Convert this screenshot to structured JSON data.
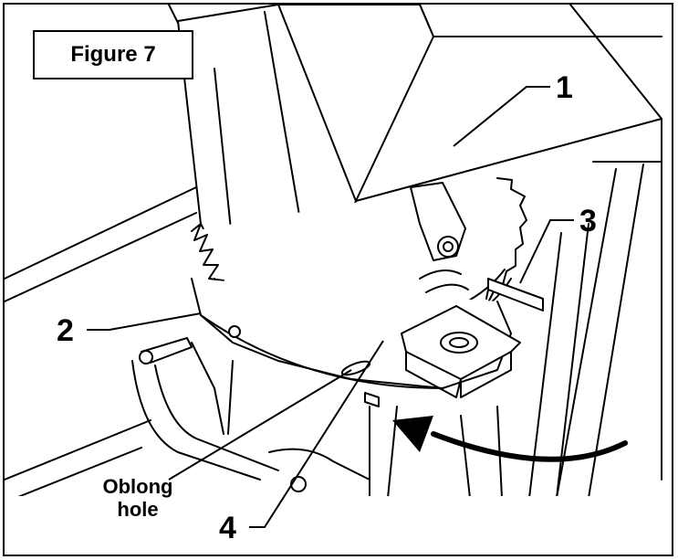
{
  "figure": {
    "title": "Figure 7"
  },
  "callouts": {
    "c1": "1",
    "c2": "2",
    "c3": "3",
    "c4": "4",
    "oblong_line1": "Oblong",
    "oblong_line2": "hole"
  }
}
